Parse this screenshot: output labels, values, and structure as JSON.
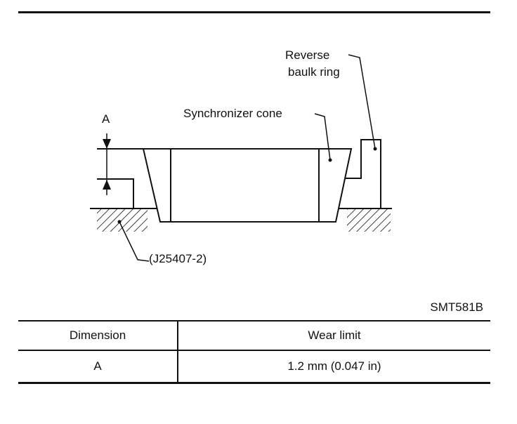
{
  "labels": {
    "dimension_marker": "A",
    "reverse_baulk_ring": [
      "Reverse",
      "baulk ring"
    ],
    "synchronizer_cone": "Synchronizer cone",
    "tool": "(J25407-2)"
  },
  "figure_id": "SMT581B",
  "table": {
    "headers": [
      "Dimension",
      "Wear limit"
    ],
    "rows": [
      [
        "A",
        "1.2 mm (0.047 in)"
      ]
    ]
  }
}
